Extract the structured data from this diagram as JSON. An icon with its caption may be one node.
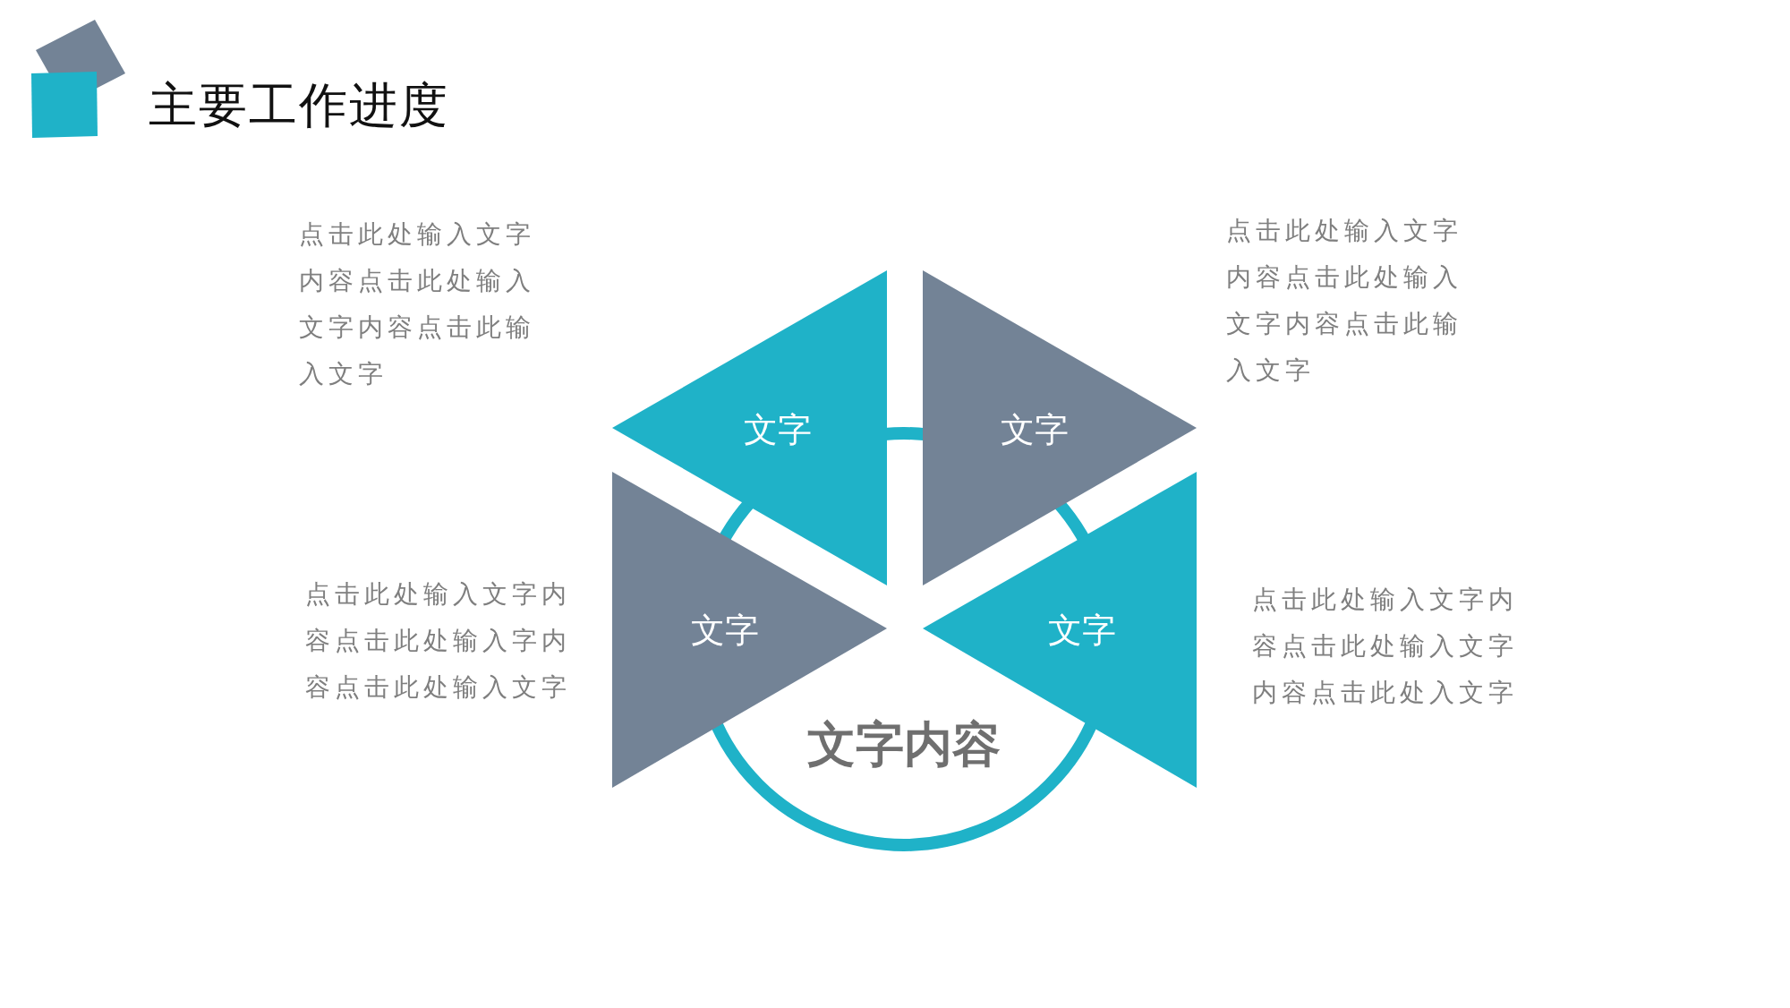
{
  "diagram": {
    "title": "主要工作进度",
    "nodes": [
      {
        "text": [
          "文字内容"
        ]
      },
      {
        "text": [
          "文字"
        ],
        "beside": [
          "点击此处输入文字内容点击此处输入文字内容点击此输入文字"
        ]
      },
      {
        "text": [
          "文字"
        ],
        "beside": [
          "点击此处输入文字内容点击此处输入文字内容点击此输入文字"
        ]
      },
      {
        "text": [
          "文字"
        ],
        "beside": [
          "点击此处输入文字内容点击此处输入字内容点击此处输入文字"
        ]
      },
      {
        "text": [
          "文字"
        ],
        "beside": [
          "点击此处输入文字内容点击此处输入文字内容点击此处入文字"
        ]
      }
    ],
    "edges": []
  }
}
